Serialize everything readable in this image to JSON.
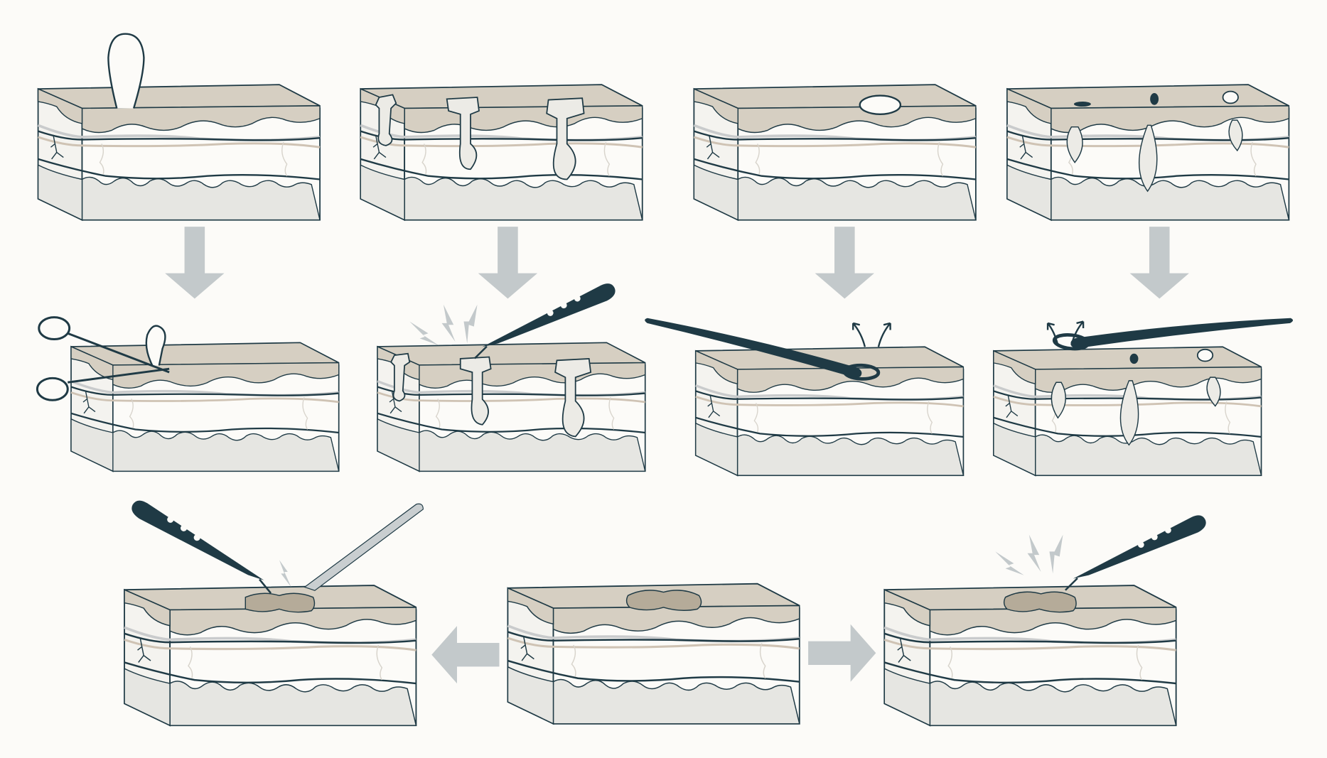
{
  "colors": {
    "background": "#fcfbf8",
    "epidermis": "#d6cfc2",
    "outline": "#1f3a45",
    "arrow": "#c3c9cb",
    "dermis_lower": "#e6e6e2",
    "tool_dark": "#1f3a45",
    "tool_light": "#c9ced0",
    "nerve_tan": "#cfc3b4"
  },
  "panels": {
    "row1": [
      "skin-tag",
      "raised-lesions",
      "flat-lesion",
      "cysts"
    ],
    "row2": [
      "scissor-excision",
      "electrocautery",
      "shave-removal",
      "curette-removal"
    ],
    "row3": [
      "cautery-and-forceps",
      "pigmented-lesion",
      "cautery"
    ]
  }
}
